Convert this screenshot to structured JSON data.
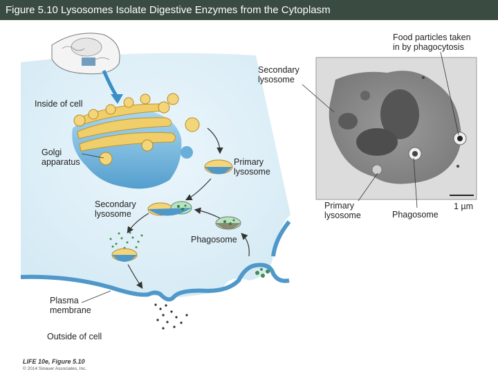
{
  "header": {
    "title": "Figure 5.10 Lysosomes Isolate Digestive Enzymes from the Cytoplasm"
  },
  "labels": {
    "inside_cell": "Inside of cell",
    "golgi_1": "Golgi",
    "golgi_2": "apparatus",
    "primary_lys_1": "Primary",
    "primary_lys_2": "lysosome",
    "secondary_lys_1": "Secondary",
    "secondary_lys_2": "lysosome",
    "phagosome": "Phagosome",
    "plasma_1": "Plasma",
    "plasma_2": "membrane",
    "outside_cell": "Outside of cell"
  },
  "micrograph_labels": {
    "food_1": "Food particles taken",
    "food_2": "in by phagocytosis",
    "secondary_1": "Secondary",
    "secondary_2": "lysosome",
    "primary_1": "Primary",
    "primary_2": "lysosome",
    "phagosome": "Phagosome",
    "scale": "1 µm"
  },
  "footer": {
    "figure": "LIFE 10e, Figure 5.10",
    "copyright": "© 2014 Sinauer Associates, Inc."
  },
  "colors": {
    "title_bar": "#3a4b42",
    "golgi_blue": "#5aa9d6",
    "vesicle_yellow": "#e8b84a",
    "enzyme_green": "#3f8f4f",
    "micrograph_bg": "#d9d9d9"
  }
}
